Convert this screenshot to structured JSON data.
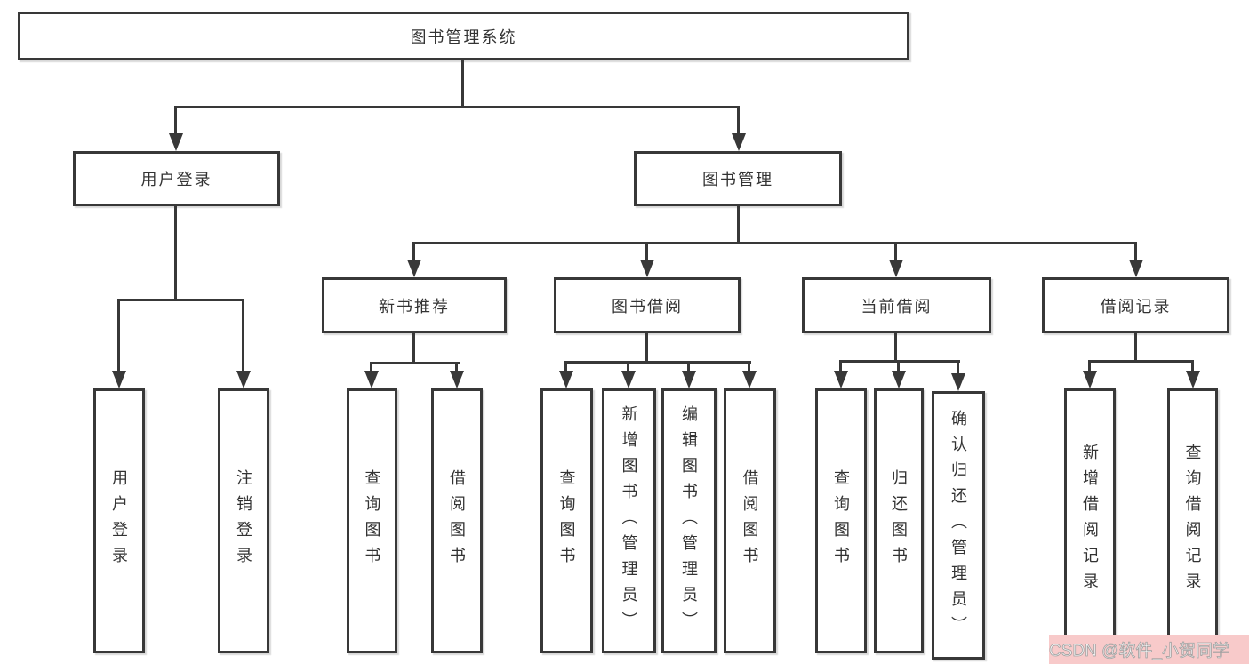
{
  "colors": {
    "line": "#383838",
    "box_border": "#383838",
    "text": "#333333",
    "background": "#ffffff",
    "watermark_bg": "#f8caca",
    "watermark_text": "#fafafa"
  },
  "diagram": {
    "root": {
      "label": "图书管理系统"
    },
    "level2": [
      {
        "label": "用户登录"
      },
      {
        "label": "图书管理"
      }
    ],
    "level3": [
      {
        "label": "新书推荐"
      },
      {
        "label": "图书借阅"
      },
      {
        "label": "当前借阅"
      },
      {
        "label": "借阅记录"
      }
    ],
    "leaves": {
      "user_login": [
        "用户登录",
        "注销登录"
      ],
      "new_book_rec": [
        "查询图书",
        "借阅图书"
      ],
      "book_borrow": [
        "查询图书",
        "新增图书（管理员）",
        "编辑图书（管理员）",
        "借阅图书"
      ],
      "current_borrow": [
        "查询图书",
        "归还图书",
        "确认归还（管理员）"
      ],
      "borrow_records": [
        "新增借阅记录",
        "查询借阅记录"
      ]
    }
  },
  "watermark": {
    "text": "CSDN @软件_小贺同学"
  }
}
